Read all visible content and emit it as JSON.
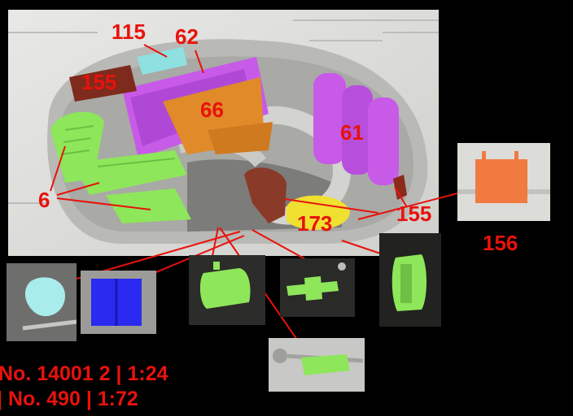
{
  "callouts": {
    "c115": "115",
    "c62": "62",
    "c155a": "155",
    "c66": "66",
    "c61": "61",
    "c6": "6",
    "c173": "173",
    "c155b": "155",
    "c156": "156"
  },
  "footer": {
    "line1": "No. 14001 2 | 1:24",
    "line2": "| No. 490 | 1:72"
  },
  "colors": {
    "label_red": "#e8120c",
    "part_green": "#8ee65a",
    "part_magenta": "#c85ae8",
    "part_orange": "#e08a2a",
    "part_cyan": "#8fe0e0",
    "part_brown": "#8a2a1a",
    "part_yellow": "#f0e030",
    "part_blue": "#2a2af0",
    "part_salmon": "#f07a40"
  },
  "icons": {
    "main_photo": "model-interior-photo",
    "thumbs": [
      "cyan-part-photo",
      "blue-part-photo",
      "green-box-photo",
      "green-gun-photo",
      "green-drum-photo",
      "green-sprue-photo",
      "orange-part-photo"
    ]
  }
}
